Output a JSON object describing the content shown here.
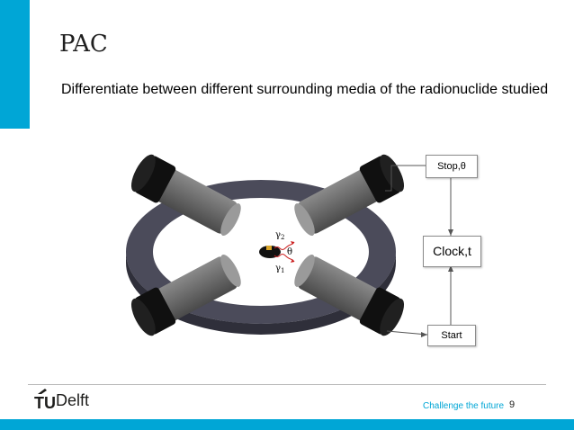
{
  "slide": {
    "title": "PAC",
    "subtitle": "Differentiate between different surrounding media of the radionuclide studied"
  },
  "diagram": {
    "gamma_1_label": "γ",
    "gamma_1_sub": "1",
    "gamma_2_label": "γ",
    "gamma_2_sub": "2",
    "angle_label": "θ",
    "ring_color": "#4b4b5a",
    "detector_color": "#6f6f6f",
    "detector_cap_color": "#101010",
    "gamma_color": "#cc2222"
  },
  "electronics": {
    "stop_label": "Stop,θ",
    "clock_label": "Clock,t",
    "start_label": "Start"
  },
  "footer": {
    "logo_mark": "TU",
    "logo_text": "Delft",
    "tagline": "Challenge the future",
    "page_number": "9",
    "accent_color": "#00a6d6"
  }
}
